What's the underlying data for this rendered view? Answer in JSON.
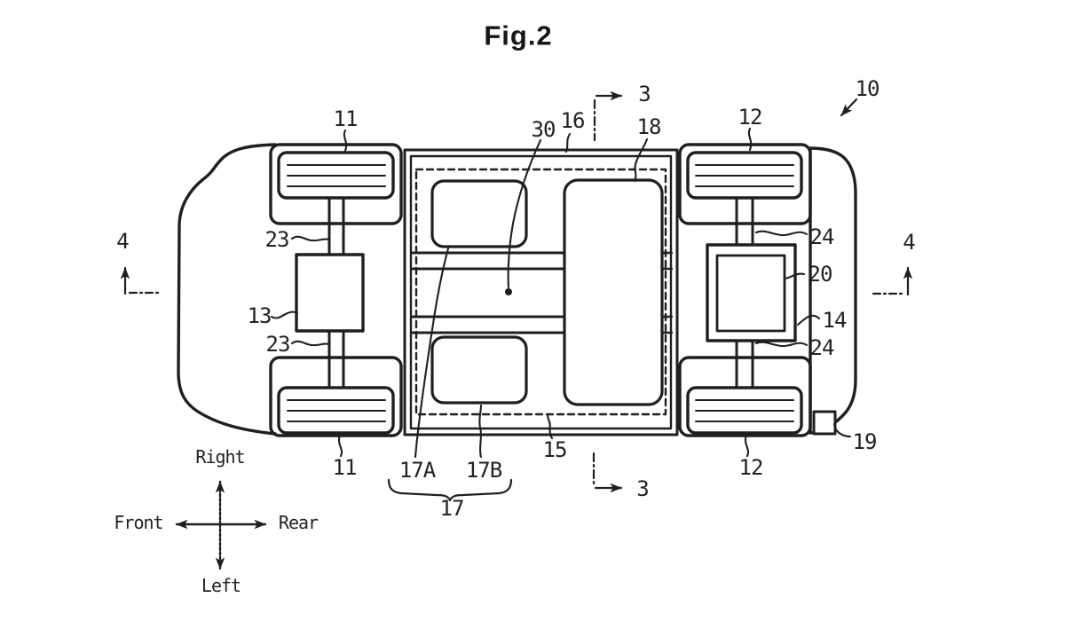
{
  "figure": {
    "title": "Fig.2"
  },
  "refs": {
    "r10": "10",
    "r11_top": "11",
    "r11_bottom": "11",
    "r12_top": "12",
    "r12_bottom": "12",
    "r13": "13",
    "r14": "14",
    "r15": "15",
    "r16": "16",
    "r17": "17",
    "r17A": "17A",
    "r17B": "17B",
    "r18": "18",
    "r19": "19",
    "r20": "20",
    "r23_upper": "23",
    "r23_lower": "23",
    "r24_upper": "24",
    "r24_lower": "24",
    "r30": "30",
    "section3_top": "3",
    "section3_bottom": "3",
    "section4_left": "4",
    "section4_right": "4"
  },
  "compass": {
    "up": "Right",
    "down": "Left",
    "left": "Front",
    "right": "Rear"
  },
  "style": {
    "ink": "#1f1f1f",
    "background": "#ffffff"
  }
}
